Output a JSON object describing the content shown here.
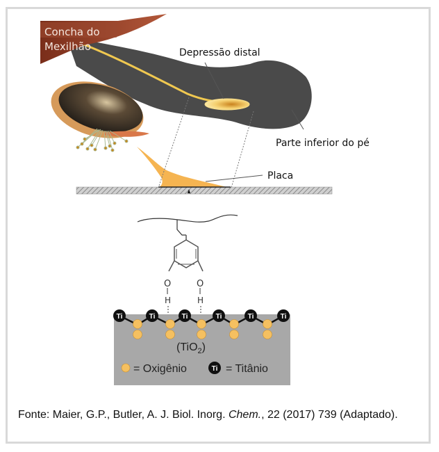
{
  "figure": {
    "labels": {
      "shell": [
        "Concha do",
        "Mexilhão"
      ],
      "distal_depression": "Depressão distal",
      "lower_foot": "Parte inferior do pé",
      "plaque": "Placa"
    },
    "molecule": {
      "oxygen_left": "O",
      "oxygen_right": "O",
      "hydrogen_left": "H",
      "hydrogen_right": "H"
    },
    "surface": {
      "titanium_symbol": "Ti",
      "formula_prefix": "(TiO",
      "formula_sub": "2",
      "formula_suffix": ")",
      "legend_oxygen": "= Oxigênio",
      "legend_titanium": "= Titânio"
    },
    "colors": {
      "shell": "#8b3a22",
      "foot": "#4a4a4a",
      "thread": "#f0c850",
      "plaque": "#f5b451",
      "oxygen": "#f5c060",
      "titanium": "#111111",
      "substrate": "#a8a8a8"
    }
  },
  "caption": {
    "prefix": "Fonte: Maier, G.P., Butler, A. J. Biol. Inorg. ",
    "italic": "Chem.",
    "suffix": ", 22 (2017) 739 (Adaptado)."
  }
}
